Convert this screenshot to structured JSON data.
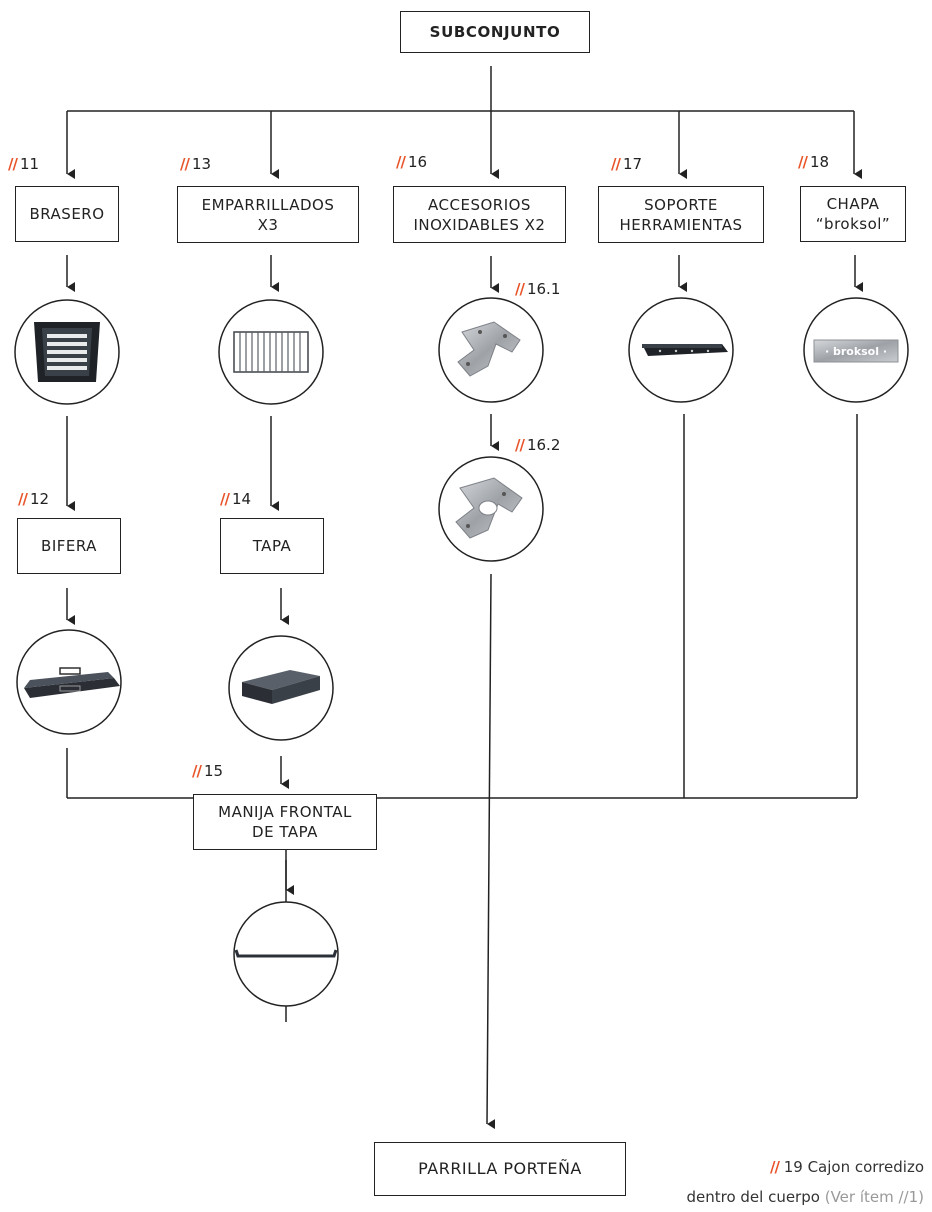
{
  "root": "SUBCONJUNTO",
  "final": "PARRILLA PORTEÑA",
  "nodes": {
    "n11": {
      "num": "11",
      "title": "BRASERO",
      "icon": "brasero-photo"
    },
    "n12": {
      "num": "12",
      "title": "BIFERA",
      "icon": "bifera-photo"
    },
    "n13": {
      "num": "13",
      "title": "EMPARRILLADOS\nX3",
      "icon": "emparrillado-photo"
    },
    "n14": {
      "num": "14",
      "title": "TAPA",
      "icon": "tapa-photo"
    },
    "n15": {
      "num": "15",
      "title": "MANIJA FRONTAL\nDE TAPA",
      "icon": "manija-photo"
    },
    "n16": {
      "num": "16",
      "title": "ACCESORIOS\nINOXIDABLES X2",
      "sub1": "16.1",
      "sub2": "16.2",
      "icon1": "accesorio-16-1-photo",
      "icon2": "accesorio-16-2-photo"
    },
    "n17": {
      "num": "17",
      "title": "SOPORTE\nHERRAMIENTAS",
      "icon": "soporte-photo"
    },
    "n18": {
      "num": "18",
      "title": "CHAPA\n“broksol”",
      "icon": "chapa-photo",
      "chapa_text": "· broksol ·"
    }
  },
  "note": {
    "slashes": "//",
    "line1": "19 Cajon corredizo",
    "line2_main": "dentro del cuerpo",
    "line2_ref": "(Ver ítem //1)"
  },
  "colors": {
    "accent": "#e8542a",
    "line": "#222222",
    "steel": "#a9acb0",
    "metal_dark": "#2b2f35"
  }
}
